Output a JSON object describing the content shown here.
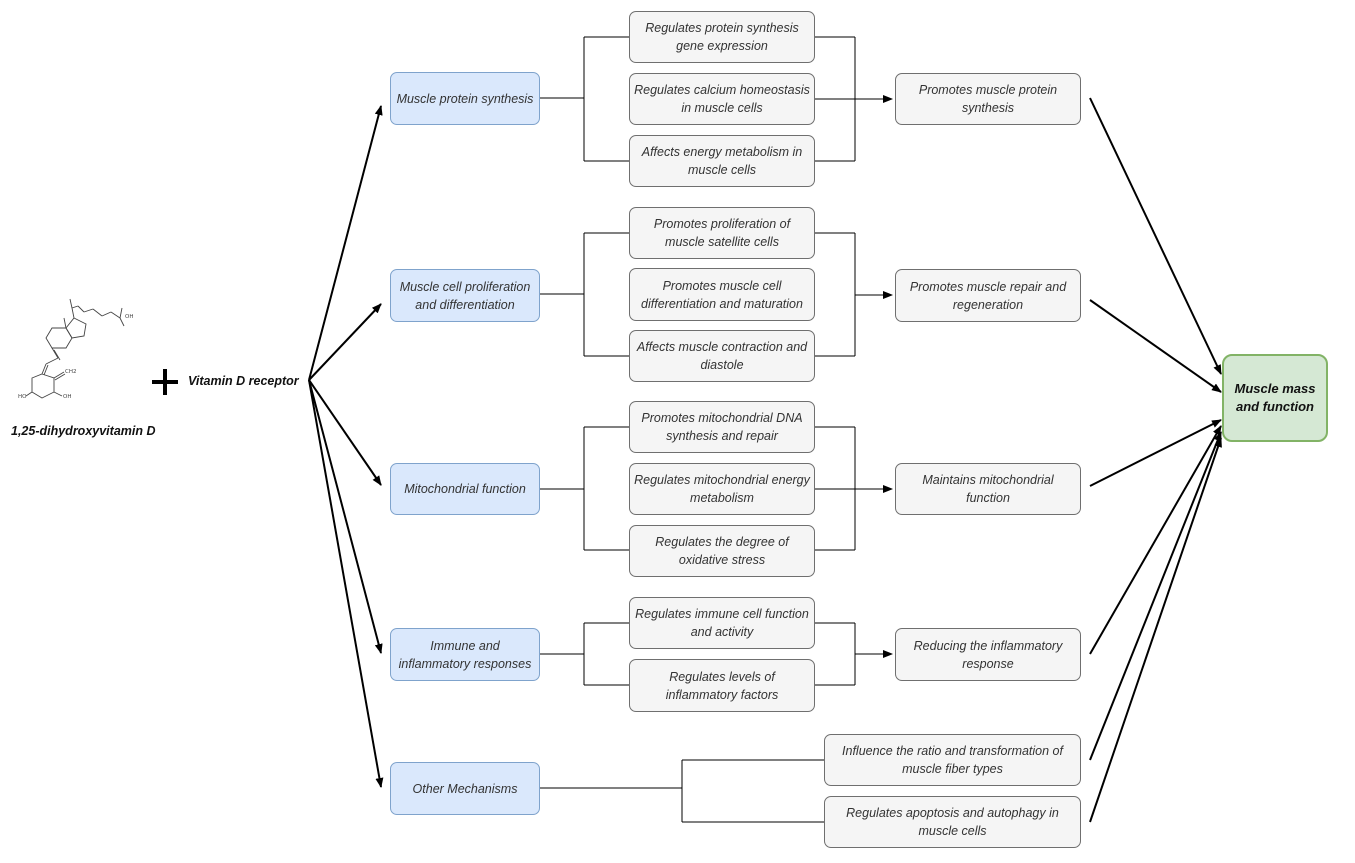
{
  "molecule": {
    "name": "1,25-dihydroxyvitamin D",
    "atoms": {
      "oh_top": "OH",
      "ch2": "CH2",
      "ho_left": "HO",
      "oh_bottom": "OH"
    }
  },
  "receptor_label": "Vitamin D receptor",
  "mechanisms": [
    {
      "label": "Muscle protein synthesis"
    },
    {
      "label": "Muscle cell proliferation and differentiation"
    },
    {
      "label": "Mitochondrial function"
    },
    {
      "label": "Immune and inflammatory responses"
    },
    {
      "label": "Other Mechanisms"
    }
  ],
  "details": [
    [
      "Regulates  protein synthesis gene expression",
      "Regulates calcium homeostasis in muscle cells",
      "Affects energy metabolism in muscle cells"
    ],
    [
      "Promotes proliferation of muscle satellite cells",
      "Promotes muscle cell differentiation and maturation",
      "Affects muscle contraction and diastole"
    ],
    [
      "Promotes mitochondrial DNA synthesis and repair",
      "Regulates mitochondrial energy metabolism",
      "Regulates the degree of oxidative stress"
    ],
    [
      "Regulates immune cell function and activity",
      "Regulates levels of inflammatory factors"
    ],
    [
      "Influence the ratio and transformation of muscle fiber types",
      "Regulates apoptosis and autophagy in muscle cells"
    ]
  ],
  "outcomes": [
    "Promotes muscle protein synthesis",
    "Promotes muscle repair and regeneration",
    "Maintains mitochondrial function",
    "Reducing the inflammatory response"
  ],
  "target": "Muscle mass and function"
}
